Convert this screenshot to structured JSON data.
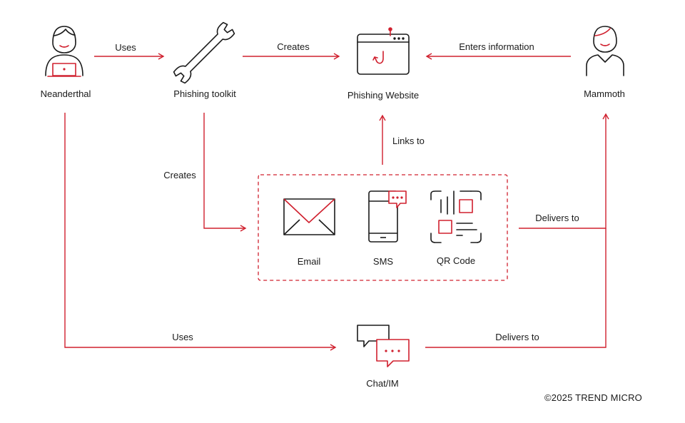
{
  "nodes": {
    "neanderthal": "Neanderthal",
    "phishing_toolkit": "Phishing toolkit",
    "phishing_website": "Phishing Website",
    "mammoth": "Mammoth",
    "email": "Email",
    "sms": "SMS",
    "qr_code": "QR Code",
    "chat_im": "Chat/IM"
  },
  "edges": {
    "uses_top": "Uses",
    "creates_top": "Creates",
    "enters_information": "Enters information",
    "links_to": "Links to",
    "creates_left": "Creates",
    "delivers_to_group": "Delivers to",
    "uses_bottom": "Uses",
    "delivers_to_chat": "Delivers to"
  },
  "footer": "©2025 TREND MICRO",
  "colors": {
    "accent": "#d0202e",
    "ink": "#1a1a1a"
  }
}
